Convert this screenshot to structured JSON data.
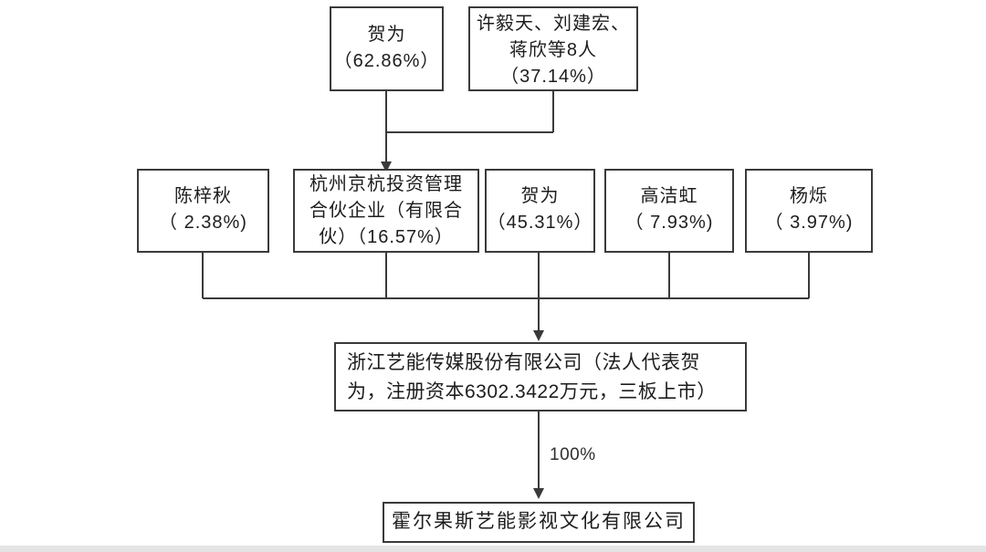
{
  "diagram_title": "equity-structure-chart",
  "colors": {
    "background": "#ffffff",
    "line": "#3a3a3a",
    "text": "#1d1d1d",
    "bottom_strip": "#e4e4e4"
  },
  "nodes": {
    "hewei_top": {
      "lines": [
        "贺为",
        "（62.86%）"
      ]
    },
    "xuyitian_group": {
      "lines": [
        "许毅天、刘建宏、",
        "蒋欣等8人",
        "（37.14%）"
      ]
    },
    "chen_ziqiu": {
      "lines": [
        "陈梓秋",
        "（ 2.38%)"
      ]
    },
    "hangzhou_jinghang": {
      "lines": [
        "杭州京杭投资管理",
        "合伙企业（有限合",
        "伙）（16.57%）"
      ]
    },
    "hewei_mid": {
      "lines": [
        "贺为",
        "（45.31%）"
      ]
    },
    "gao_jiehong": {
      "lines": [
        "高洁虹",
        "（ 7.93%)"
      ]
    },
    "yang_shuo": {
      "lines": [
        "杨烁",
        "（ 3.97%)"
      ]
    },
    "zhejiang_yineng": {
      "lines": [
        "浙江艺能传媒股份有限公司（法人代表贺",
        "为，注册资本6302.3422万元，三板上市）"
      ]
    },
    "huoerguosi": {
      "lines": [
        "霍尔果斯艺能影视文化有限公司"
      ]
    }
  },
  "edge_labels": {
    "subsidiary_ownership": "100%"
  }
}
